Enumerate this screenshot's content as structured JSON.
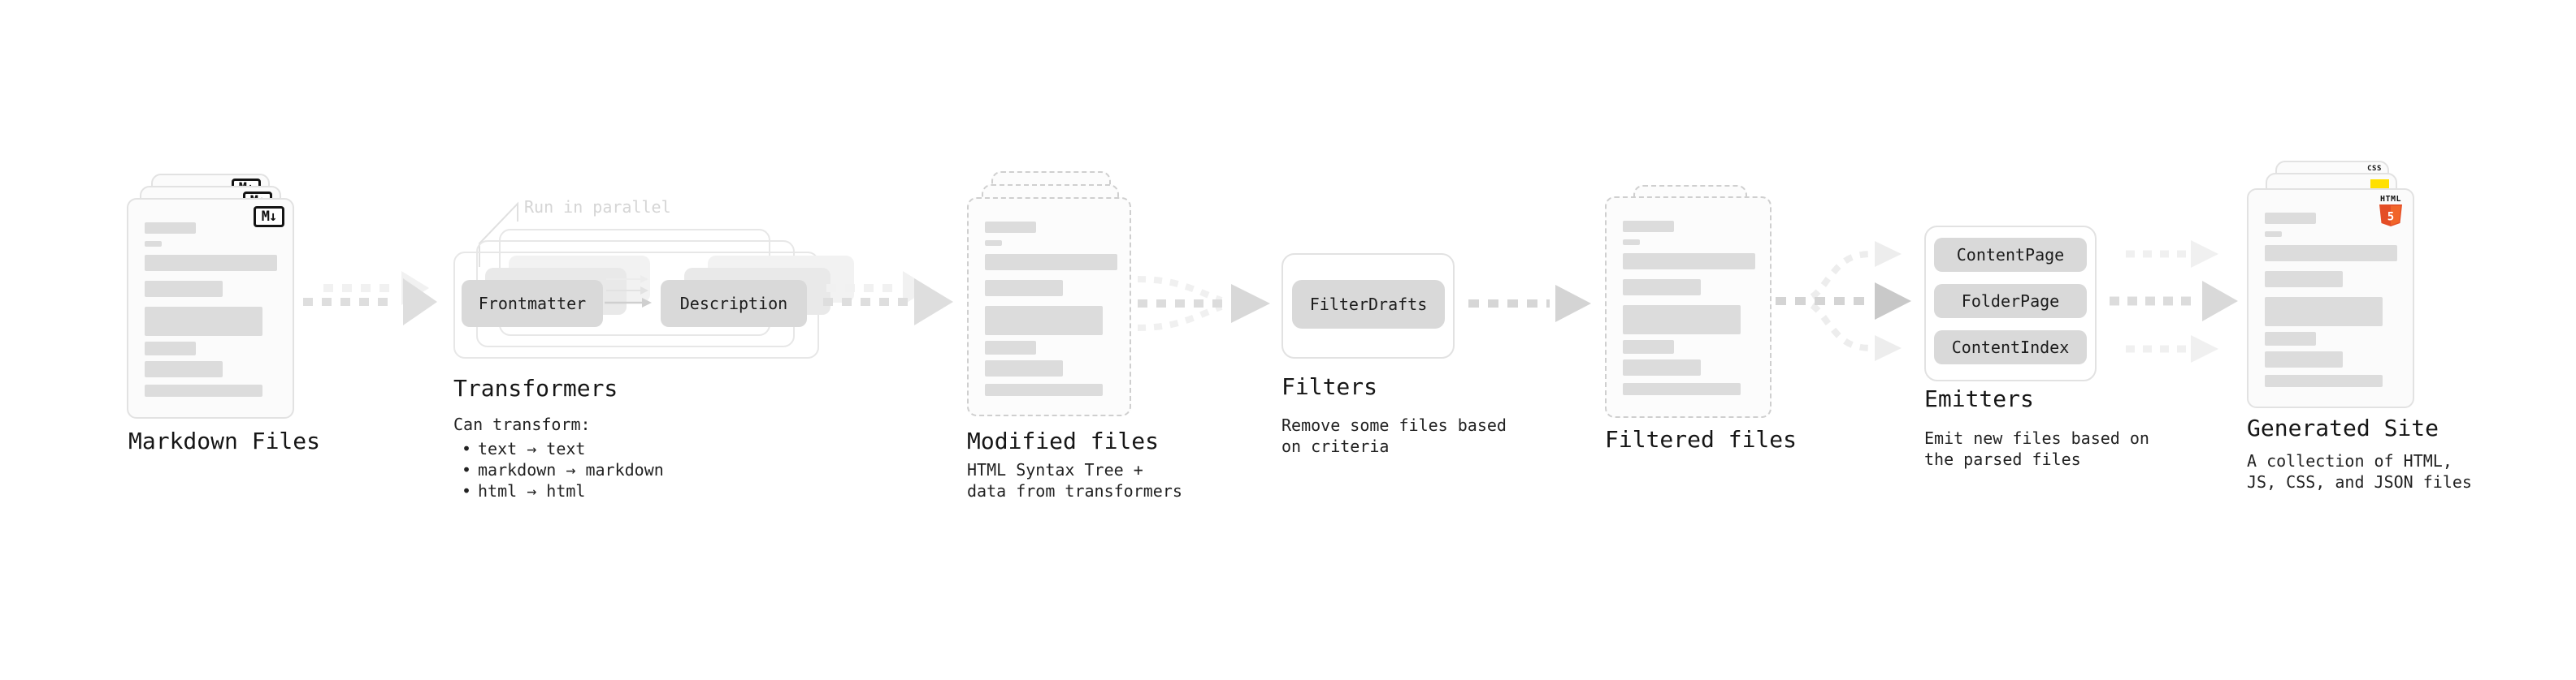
{
  "diagram": {
    "markdown": {
      "title": "Markdown Files",
      "icon_label": "M↓"
    },
    "transformers": {
      "callout": "Run in parallel",
      "node_left": "Frontmatter",
      "node_right": "Description",
      "title": "Transformers",
      "caption_heading": "Can transform:",
      "bullet_char": "•",
      "bullets": [
        "text → text",
        "markdown → markdown",
        "html → html"
      ]
    },
    "modified": {
      "title": "Modified files",
      "caption": "HTML Syntax Tree +\ndata from transformers"
    },
    "filters": {
      "node": "FilterDrafts",
      "title": "Filters",
      "caption": "Remove some files based\non criteria"
    },
    "filtered": {
      "title": "Filtered files"
    },
    "emitters": {
      "title": "Emitters",
      "nodes": [
        "ContentPage",
        "FolderPage",
        "ContentIndex"
      ],
      "caption": "Emit new files based on\nthe parsed files"
    },
    "generated": {
      "title": "Generated Site",
      "caption": "A collection of HTML,\nJS, CSS, and JSON files",
      "css_icon_label": "CSS",
      "html_icon_label": "HTML",
      "html_icon_number": "5"
    }
  },
  "colors": {
    "html5_shield": "#e44d26",
    "html5_shield_light": "#f16529",
    "js_yellow": "#ffe000",
    "css_blue": "#2f6fde",
    "node_gray": "#d9d9d9",
    "placeholder_line_gray": "#dcdcdc",
    "arrow_gray": "#dedede",
    "arrow_ghost_gray": "#f1f1f1",
    "callout_gray": "#d5d5d5"
  }
}
